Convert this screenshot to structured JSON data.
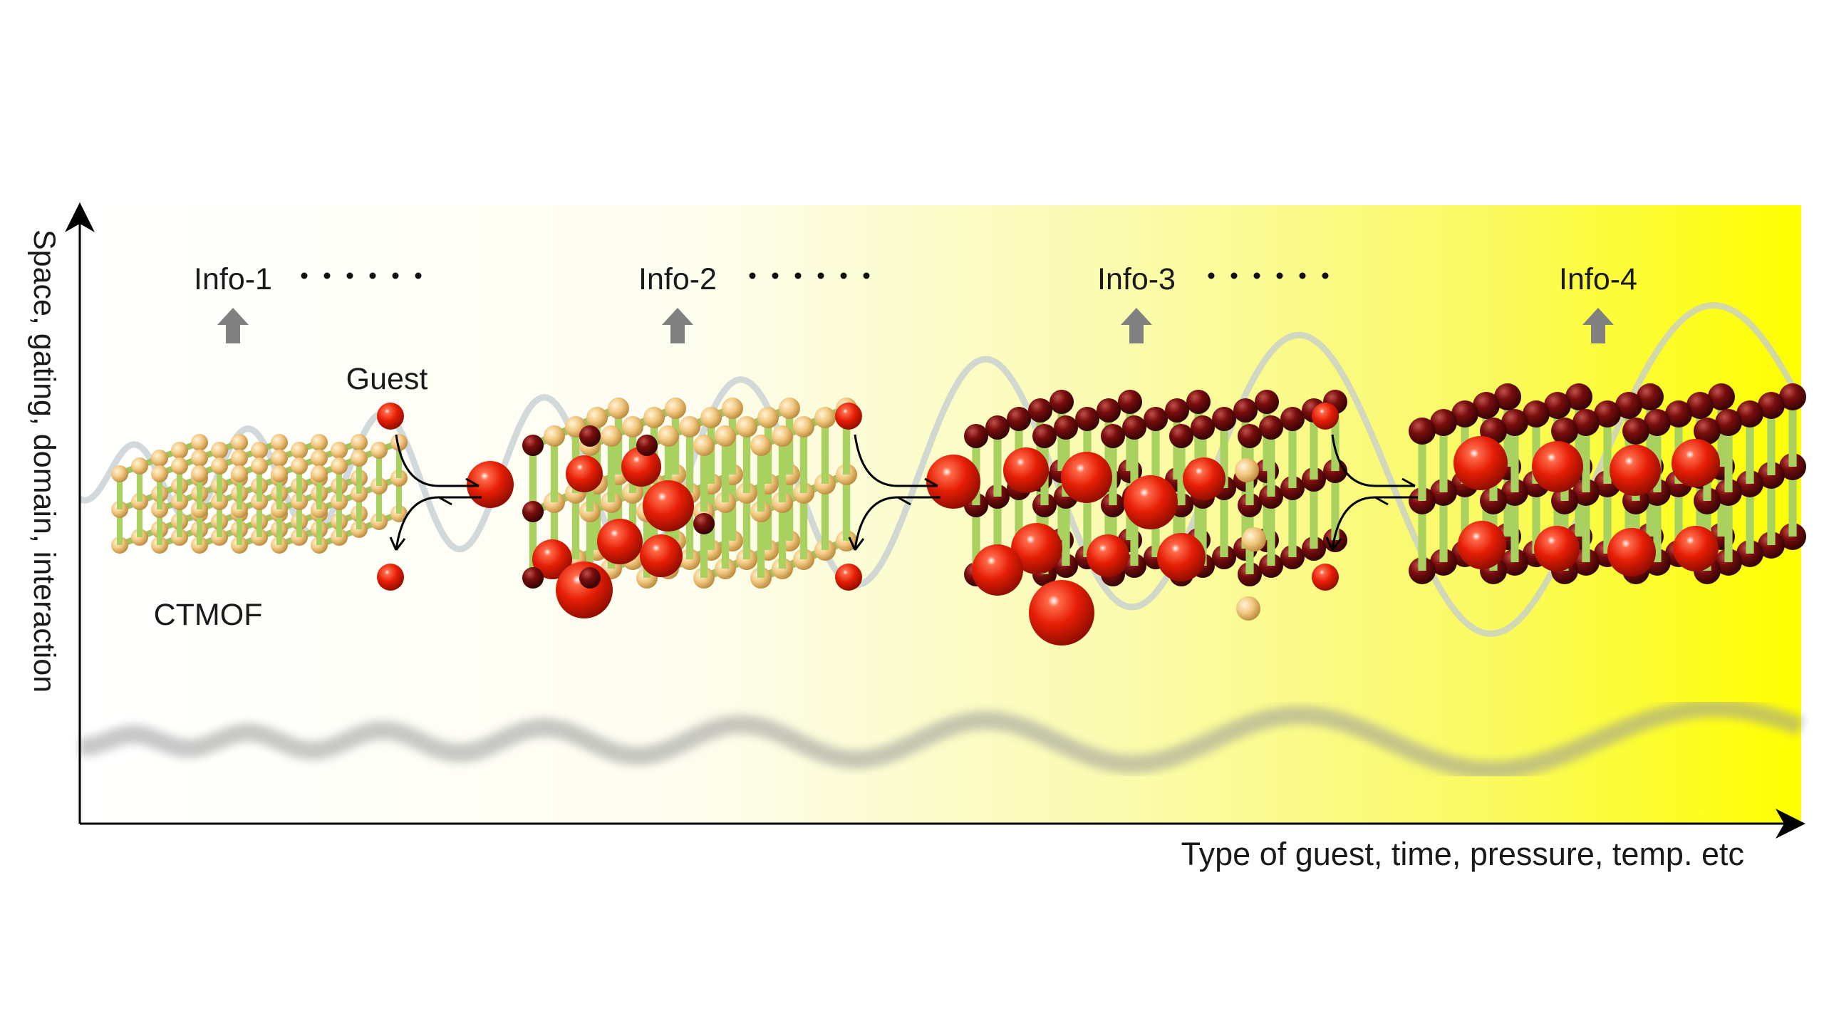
{
  "axes": {
    "y_label": "Space, gating, domain, interaction",
    "x_label": "Type of guest, time, pressure, temp. etc"
  },
  "info_labels": [
    "Info-1",
    "Info-2",
    "Info-3",
    "Info-4"
  ],
  "guest_label": "Guest",
  "framework_label": "CTMOF",
  "colors": {
    "gradient_start": "#ffffff",
    "gradient_end": "#ffff00",
    "rod": "#b6dd6e",
    "node_empty": "#f2c77e",
    "node_filled": "#6e0a0a",
    "guest": "#e61e05",
    "wave": "#c3ccd1",
    "arrow_up": "#808080"
  },
  "icons": {
    "info_arrow": "up-arrow-icon",
    "equilibrium": "equilibrium-arrows-icon"
  }
}
